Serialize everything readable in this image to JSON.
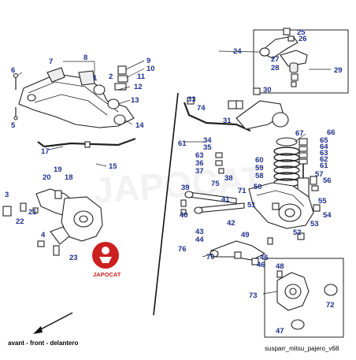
{
  "diagram": {
    "callouts_left": [
      "7",
      "8",
      "1",
      "9",
      "10",
      "11",
      "2",
      "6",
      "12",
      "13",
      "5",
      "14",
      "17",
      "15",
      "19",
      "20",
      "18",
      "21",
      "3",
      "22",
      "4",
      "23"
    ],
    "callouts_right": [
      "25",
      "26",
      "24",
      "27",
      "28",
      "29",
      "30",
      "33",
      "74",
      "31",
      "67",
      "34",
      "35",
      "61",
      "66",
      "65",
      "64",
      "63",
      "62",
      "61",
      "63",
      "36",
      "37",
      "60",
      "59",
      "58",
      "57",
      "56",
      "75",
      "38",
      "39",
      "40",
      "41",
      "71",
      "50",
      "55",
      "51",
      "54",
      "42",
      "53",
      "52",
      "43",
      "44",
      "49",
      "76",
      "70",
      "46",
      "45",
      "48",
      "73",
      "72",
      "47"
    ]
  },
  "watermark": "JAPOCAT",
  "logo_text": "JAPOCAT",
  "caption_left": "avant - front - delantero",
  "caption_right": "susparr_mitsu_pajero_v68",
  "colors": {
    "callout": "#1f2f8c",
    "logo_red": "#cc1f1f"
  }
}
